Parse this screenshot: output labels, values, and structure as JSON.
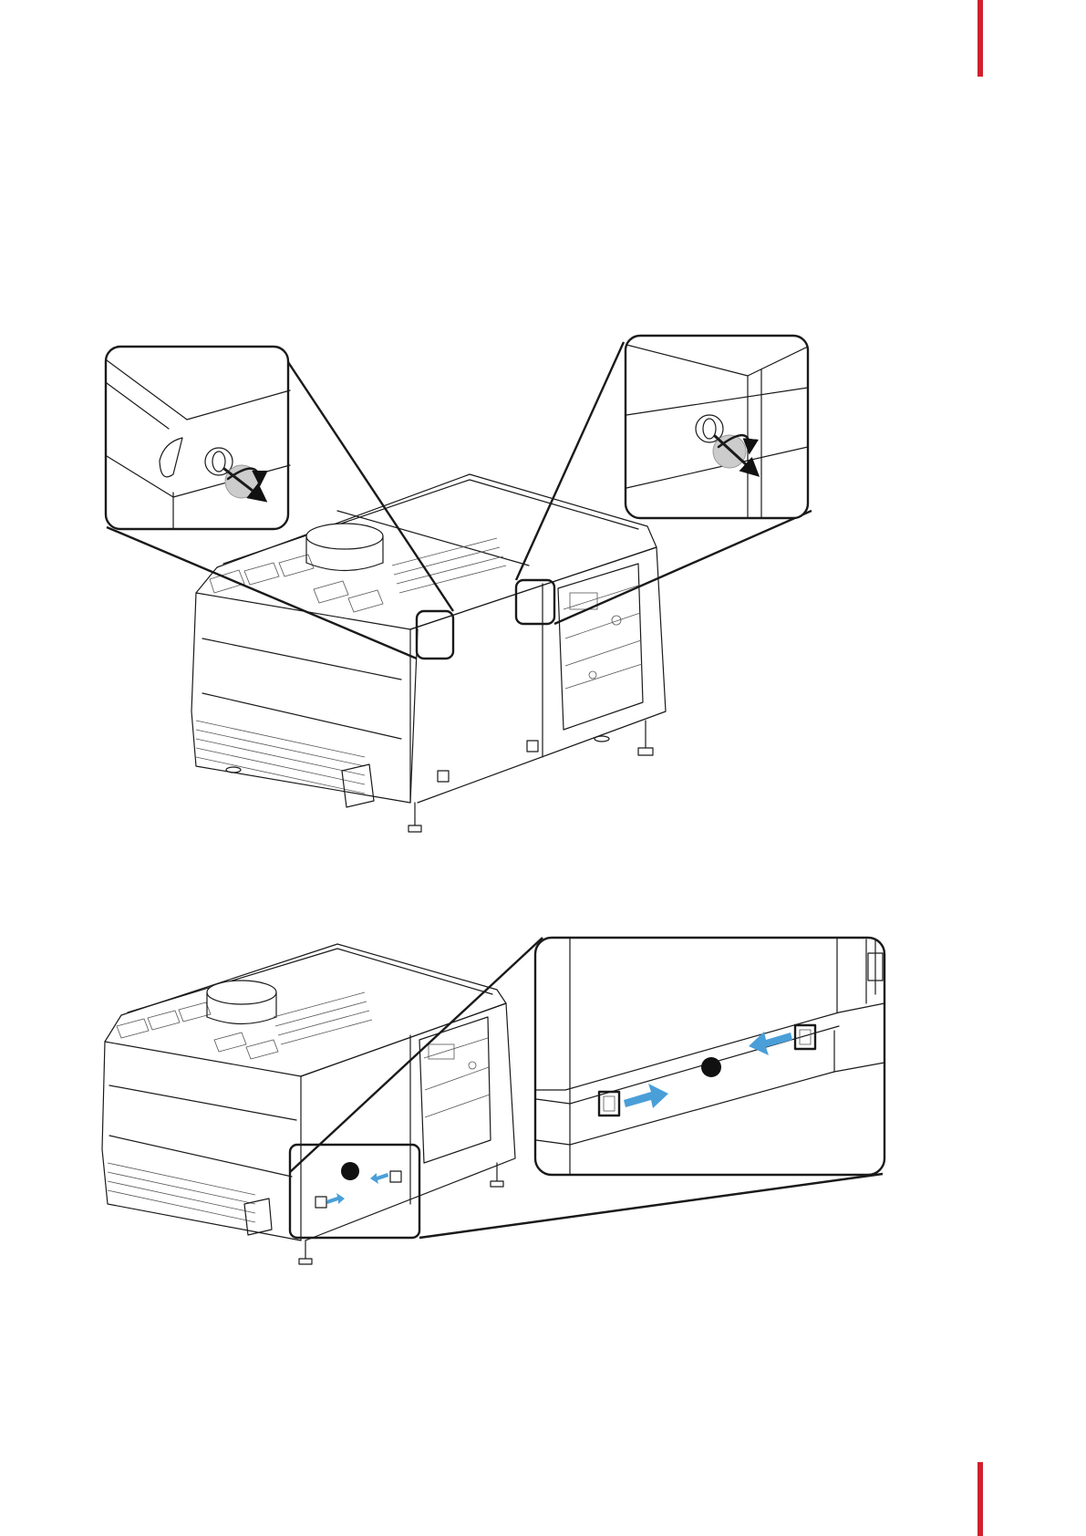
{
  "page": {
    "accent_color": "#d0202e",
    "arrow_color": "#4a9fd9"
  },
  "figures": [
    {
      "name": "unlock-side-cover-locks",
      "callouts": [
        "left-lock-detail",
        "right-lock-detail"
      ]
    },
    {
      "name": "slide-cover-handles",
      "callouts": [
        "handle-slide-detail"
      ]
    }
  ]
}
